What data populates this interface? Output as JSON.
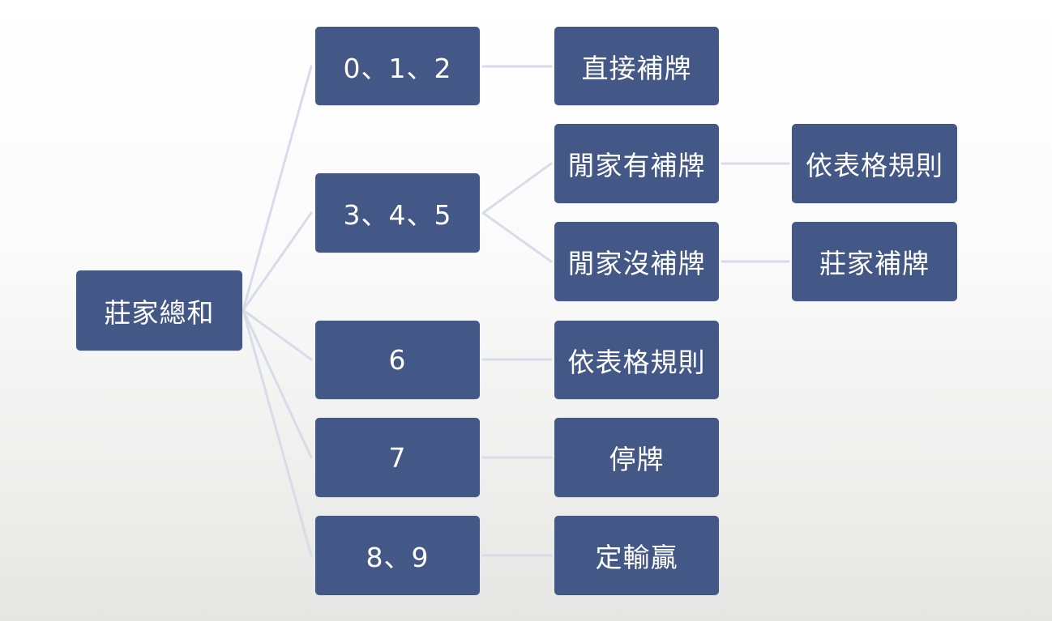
{
  "diagram": {
    "root": {
      "label": "莊家總和"
    },
    "branches": [
      {
        "label": "0、1、2",
        "children": [
          {
            "label": "直接補牌"
          }
        ]
      },
      {
        "label": "3、4、5",
        "children": [
          {
            "label": "閒家有補牌",
            "children": [
              {
                "label": "依表格規則"
              }
            ]
          },
          {
            "label": "閒家沒補牌",
            "children": [
              {
                "label": "莊家補牌"
              }
            ]
          }
        ]
      },
      {
        "label": "6",
        "children": [
          {
            "label": "依表格規則"
          }
        ]
      },
      {
        "label": "7",
        "children": [
          {
            "label": "停牌"
          }
        ]
      },
      {
        "label": "8、9",
        "children": [
          {
            "label": "定輸贏"
          }
        ]
      }
    ],
    "colors": {
      "node_fill": "#435886",
      "node_text": "#ffffff",
      "connector": "#d6dde8"
    }
  }
}
